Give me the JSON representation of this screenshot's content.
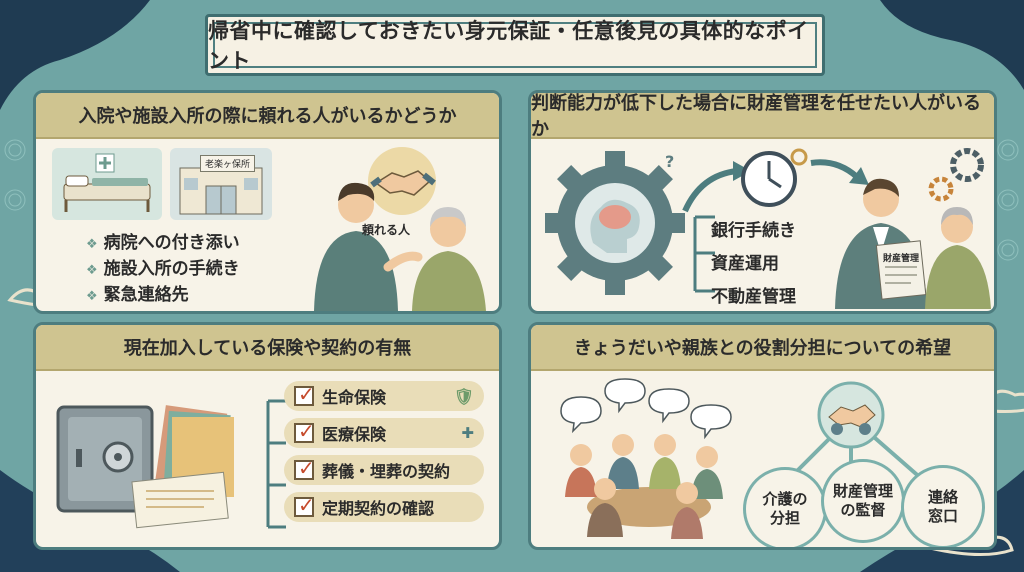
{
  "title": "帰省中に確認しておきたい身元保証・任意後見の具体的なポイント",
  "panels": {
    "p1": {
      "heading": "入院や施設入所の際に頼れる人がいるかどうか",
      "items": [
        "病院への付き添い",
        "施設入所の手続き",
        "緊急連絡先"
      ],
      "sign": "老楽ヶ保所",
      "person_label": "頼れる人"
    },
    "p2": {
      "heading": "判断能力が低下した場合に財産管理を任せたい人がいるか",
      "items": [
        "銀行手続き",
        "資産運用",
        "不動産管理"
      ],
      "doc_label": "財産管理"
    },
    "p3": {
      "heading": "現在加入している保険や契約の有無",
      "items": [
        "生命保険",
        "医療保険",
        "葬儀・埋葬の契約",
        "定期契約の確認"
      ]
    },
    "p4": {
      "heading": "きょうだいや親族との役割分担についての希望",
      "roles": [
        "介護の\n分担",
        "財産管理\nの監督",
        "連絡\n窓口"
      ]
    }
  },
  "colors": {
    "background": "#6fa5a4",
    "panel": "#f7f3e8",
    "header": "#cfc490",
    "accent": "#4d7d7f",
    "check": "#c54a2c"
  }
}
